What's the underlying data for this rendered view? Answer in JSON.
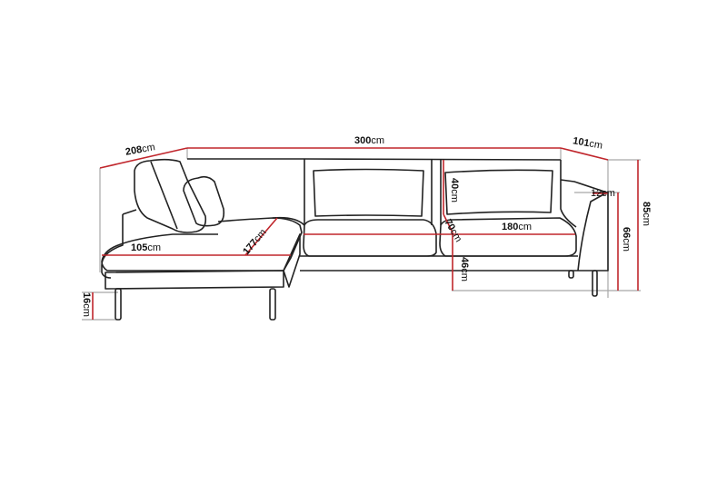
{
  "diagram": {
    "subject": "Corner sofa dimension drawing",
    "colors": {
      "outline": "#222222",
      "dimension_line": "#c0262c",
      "extension_line": "#a8a8a8",
      "background": "#ffffff"
    },
    "dimensions": {
      "depth_chaise_side": {
        "value": "208",
        "unit": "cm"
      },
      "total_width": {
        "value": "300",
        "unit": "cm"
      },
      "depth_right_side": {
        "value": "101",
        "unit": "cm"
      },
      "armrest_width": {
        "value": "12",
        "unit": "cm"
      },
      "total_height": {
        "value": "85",
        "unit": "cm"
      },
      "armrest_height": {
        "value": "66",
        "unit": "cm"
      },
      "back_cushion_height": {
        "value": "40",
        "unit": "cm"
      },
      "seat_depth": {
        "value": "70",
        "unit": "cm"
      },
      "seat_width": {
        "value": "180",
        "unit": "cm"
      },
      "seat_height": {
        "value": "46",
        "unit": "cm"
      },
      "chaise_width": {
        "value": "105",
        "unit": "cm"
      },
      "chaise_length": {
        "value": "177",
        "unit": "cm"
      },
      "leg_height": {
        "value": "16",
        "unit": "cm"
      }
    }
  }
}
